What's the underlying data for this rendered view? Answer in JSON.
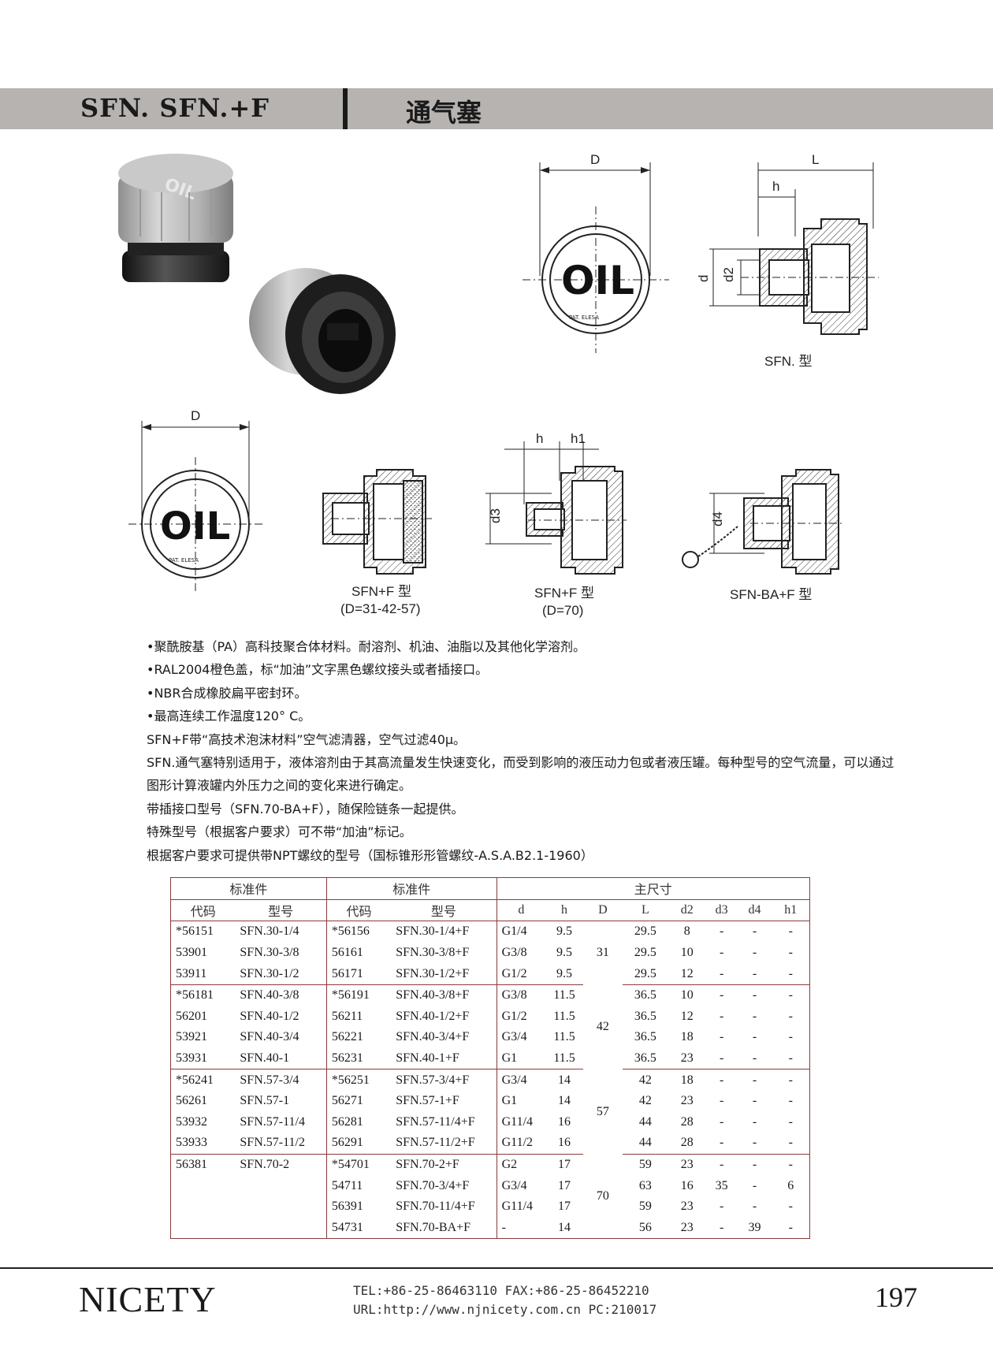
{
  "header": {
    "product_codes": "SFN.  SFN.+F",
    "title": "通气塞"
  },
  "drawings": {
    "dim_D": "D",
    "dim_L": "L",
    "dim_h": "h",
    "dim_h1": "h1",
    "dim_d": "d",
    "dim_d2": "d2",
    "dim_d3": "d3",
    "dim_d4": "d4",
    "cap_text": "OIL",
    "cap_brand": "PAT. ELESA",
    "caption_sfn": "SFN. 型",
    "caption_sfnf_small": "SFN+F 型",
    "caption_sfnf_small_range": "(D=31-42-57)",
    "caption_sfnf_large": "SFN+F 型",
    "caption_sfnf_large_range": "(D=70)",
    "caption_sfnba": "SFN-BA+F 型"
  },
  "features": [
    "•聚酰胺基（PA）高科技聚合体材料。耐溶剂、机油、油脂以及其他化学溶剂。",
    "•RAL2004橙色盖，标“加油”文字黑色螺纹接头或者插接口。",
    "•NBR合成橡胶扁平密封环。",
    "•最高连续工作温度120° C。",
    "SFN+F带“高技术泡沫材料”空气滤清器，空气过滤40μ。",
    "SFN.通气塞特别适用于，液体溶剂由于其高流量发生快速变化，而受到影响的液压动力包或者液压罐。每种型号的空气流量，可以通过图形计算液罐内外压力之间的变化来进行确定。",
    "带插接口型号（SFN.70-BA+F），随保险链条一起提供。",
    "特殊型号（根据客户要求）可不带“加油”标记。",
    "根据客户要求可提供带NPT螺纹的型号（国标锥形形管螺纹-A.S.A.B2.1-1960）"
  ],
  "table": {
    "group_headers": [
      "标准件",
      "标准件",
      "主尺寸"
    ],
    "sub_headers": [
      "代码",
      "型号",
      "代码",
      "型号",
      "d",
      "h",
      "D",
      "L",
      "d2",
      "d3",
      "d4",
      "h1"
    ],
    "groups": [
      {
        "D": "31",
        "rows": [
          [
            "*56151",
            "SFN.30-1/4",
            "*56156",
            "SFN.30-1/4+F",
            "G1/4",
            "9.5",
            "29.5",
            "8",
            "-",
            "-",
            "-"
          ],
          [
            "53901",
            "SFN.30-3/8",
            "56161",
            "SFN.30-3/8+F",
            "G3/8",
            "9.5",
            "29.5",
            "10",
            "-",
            "-",
            "-"
          ],
          [
            "53911",
            "SFN.30-1/2",
            "56171",
            "SFN.30-1/2+F",
            "G1/2",
            "9.5",
            "29.5",
            "12",
            "-",
            "-",
            "-"
          ]
        ]
      },
      {
        "D": "42",
        "rows": [
          [
            "*56181",
            "SFN.40-3/8",
            "*56191",
            "SFN.40-3/8+F",
            "G3/8",
            "11.5",
            "36.5",
            "10",
            "-",
            "-",
            "-"
          ],
          [
            "56201",
            "SFN.40-1/2",
            "56211",
            "SFN.40-1/2+F",
            "G1/2",
            "11.5",
            "36.5",
            "12",
            "-",
            "-",
            "-"
          ],
          [
            "53921",
            "SFN.40-3/4",
            "56221",
            "SFN.40-3/4+F",
            "G3/4",
            "11.5",
            "36.5",
            "18",
            "-",
            "-",
            "-"
          ],
          [
            "53931",
            "SFN.40-1",
            "56231",
            "SFN.40-1+F",
            "G1",
            "11.5",
            "36.5",
            "23",
            "-",
            "-",
            "-"
          ]
        ]
      },
      {
        "D": "57",
        "rows": [
          [
            "*56241",
            "SFN.57-3/4",
            "*56251",
            "SFN.57-3/4+F",
            "G3/4",
            "14",
            "42",
            "18",
            "-",
            "-",
            "-"
          ],
          [
            "56261",
            "SFN.57-1",
            "56271",
            "SFN.57-1+F",
            "G1",
            "14",
            "42",
            "23",
            "-",
            "-",
            "-"
          ],
          [
            "53932",
            "SFN.57-11/4",
            "56281",
            "SFN.57-11/4+F",
            "G11/4",
            "16",
            "44",
            "28",
            "-",
            "-",
            "-"
          ],
          [
            "53933",
            "SFN.57-11/2",
            "56291",
            "SFN.57-11/2+F",
            "G11/2",
            "16",
            "44",
            "28",
            "-",
            "-",
            "-"
          ]
        ]
      },
      {
        "D": "70",
        "rows": [
          [
            "56381",
            "SFN.70-2",
            "*54701",
            "SFN.70-2+F",
            "G2",
            "17",
            "59",
            "23",
            "-",
            "-",
            "-"
          ],
          [
            "",
            "",
            "54711",
            "SFN.70-3/4+F",
            "G3/4",
            "17",
            "63",
            "16",
            "35",
            "-",
            "6"
          ],
          [
            "",
            "",
            "56391",
            "SFN.70-11/4+F",
            "G11/4",
            "17",
            "59",
            "23",
            "-",
            "-",
            "-"
          ],
          [
            "",
            "",
            "54731",
            "SFN.70-BA+F",
            "-",
            "14",
            "56",
            "23",
            "-",
            "39",
            "-"
          ]
        ]
      }
    ]
  },
  "footer": {
    "brand": "NICETY",
    "contact_line1": "TEL:+86-25-86463110  FAX:+86-25-86452210",
    "contact_line2": "URL:http://www.njnicety.com.cn PC:210017",
    "page_number": "197"
  }
}
